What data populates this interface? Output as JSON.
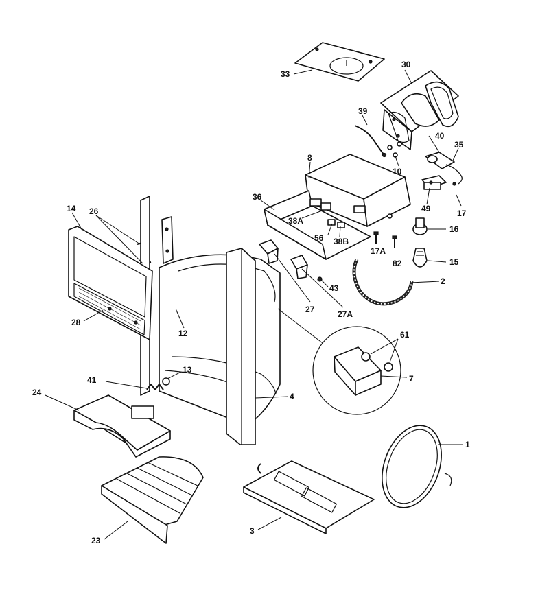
{
  "parts": [
    {
      "id": "33"
    },
    {
      "id": "30"
    },
    {
      "id": "39"
    },
    {
      "id": "40"
    },
    {
      "id": "35"
    },
    {
      "id": "10"
    },
    {
      "id": "8"
    },
    {
      "id": "36"
    },
    {
      "id": "38A"
    },
    {
      "id": "56"
    },
    {
      "id": "38B"
    },
    {
      "id": "49"
    },
    {
      "id": "17"
    },
    {
      "id": "16"
    },
    {
      "id": "17A"
    },
    {
      "id": "82"
    },
    {
      "id": "15"
    },
    {
      "id": "43"
    },
    {
      "id": "2"
    },
    {
      "id": "14"
    },
    {
      "id": "26"
    },
    {
      "id": "28"
    },
    {
      "id": "12"
    },
    {
      "id": "27"
    },
    {
      "id": "27A"
    },
    {
      "id": "61"
    },
    {
      "id": "7"
    },
    {
      "id": "41"
    },
    {
      "id": "13"
    },
    {
      "id": "24"
    },
    {
      "id": "4"
    },
    {
      "id": "1"
    },
    {
      "id": "23"
    },
    {
      "id": "3"
    }
  ],
  "colors": {
    "ink": "#111111",
    "paper": "#ffffff"
  }
}
